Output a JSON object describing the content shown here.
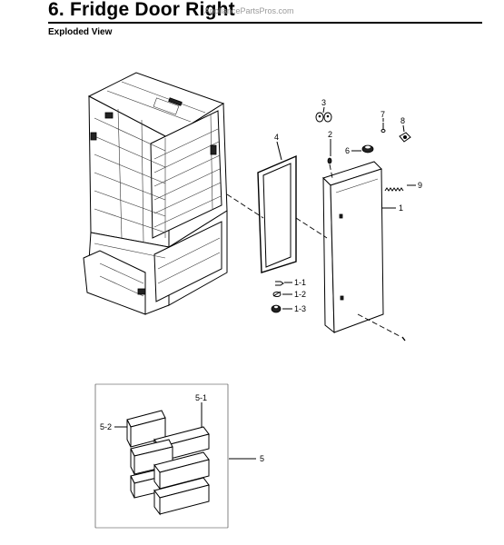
{
  "header": {
    "title": "6.  Fridge Door Right",
    "watermark": "AppliancePartsPros.com",
    "subtitle": "Exploded View"
  },
  "callouts": {
    "c1": "1",
    "c1_1": "1-1",
    "c1_2": "1-2",
    "c1_3": "1-3",
    "c2": "2",
    "c3": "3",
    "c4": "4",
    "c5": "5",
    "c5_1": "5-1",
    "c5_2": "5-2",
    "c6": "6",
    "c7": "7",
    "c8": "8",
    "c9": "9"
  }
}
